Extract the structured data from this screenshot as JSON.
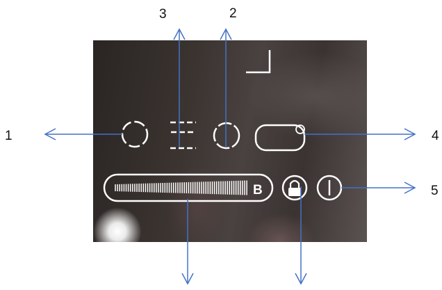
{
  "callouts": {
    "label_1": "1",
    "label_2": "2",
    "label_3": "3",
    "label_4": "4",
    "label_5": "5"
  },
  "panel": {
    "slider_letter": "B"
  },
  "colors": {
    "arrow": "#4472c4",
    "panel_symbols": "#ffffff"
  }
}
